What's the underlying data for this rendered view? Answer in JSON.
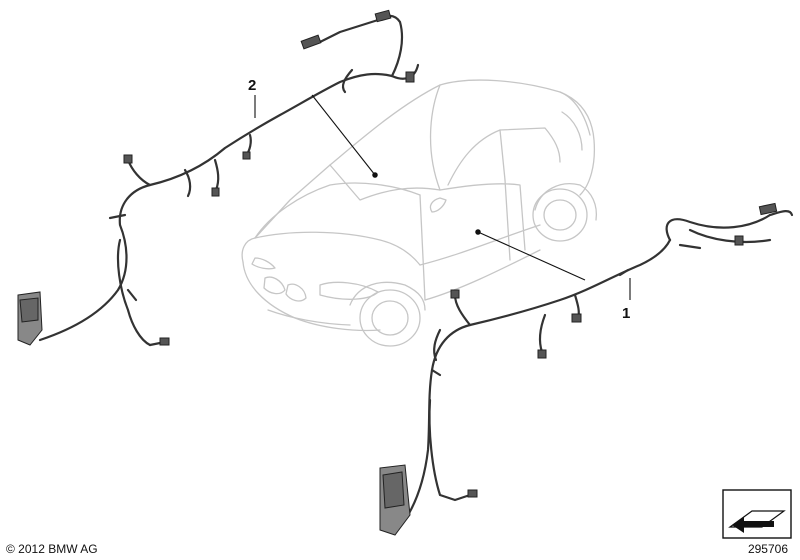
{
  "diagram": {
    "callouts": [
      {
        "id": "1",
        "label": "1"
      },
      {
        "id": "2",
        "label": "2"
      }
    ],
    "copyright": "© 2012 BMW AG",
    "diagram_number": "295706",
    "icons": {
      "view": "view-direction-arrow-icon"
    },
    "colors": {
      "car_outline": "#c6c6c6",
      "harness": "#333333",
      "leader_line": "#111111"
    }
  }
}
